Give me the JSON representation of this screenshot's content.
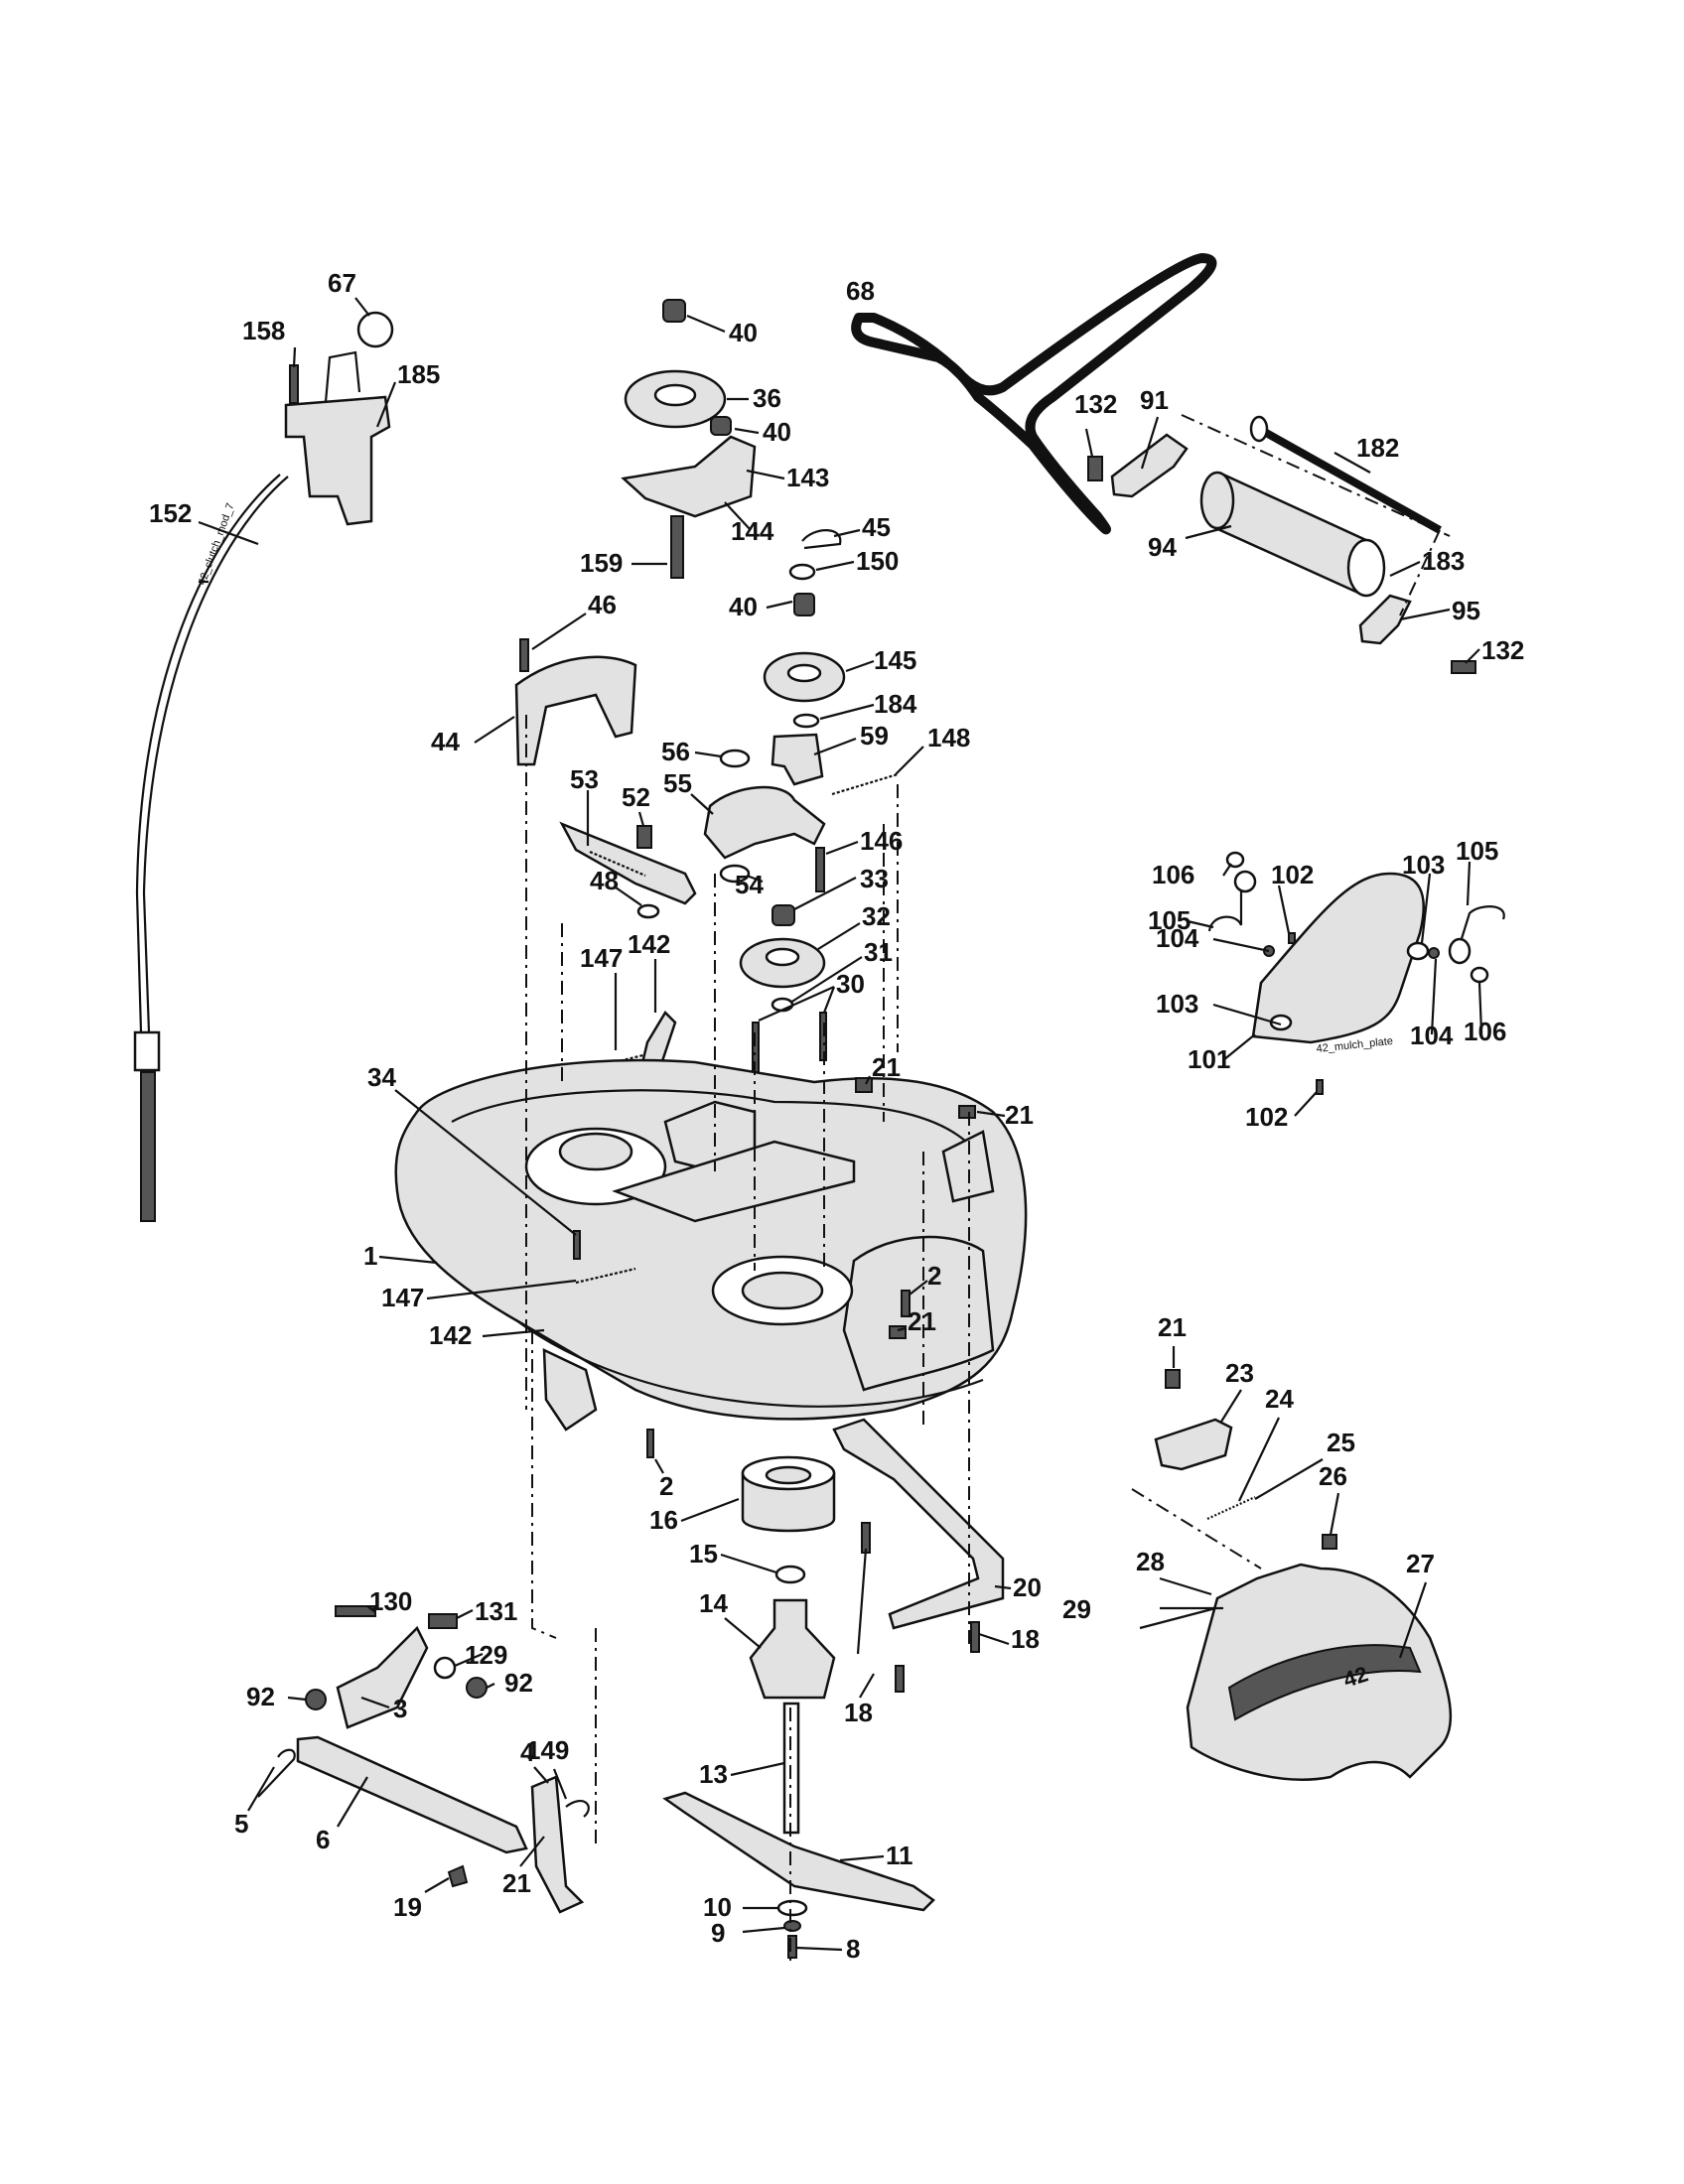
{
  "diagram": {
    "cable_mark": "42_clutch_mod_7",
    "mulch_mark": "42_mulch_plate",
    "shield_mark": "42",
    "callouts": [
      "67",
      "158",
      "185",
      "152",
      "40",
      "36",
      "40",
      "143",
      "144",
      "159",
      "45",
      "150",
      "40",
      "145",
      "184",
      "59",
      "148",
      "56",
      "55",
      "146",
      "54",
      "33",
      "32",
      "31",
      "30",
      "46",
      "44",
      "53",
      "52",
      "48",
      "147",
      "142",
      "34",
      "21",
      "21",
      "1",
      "147",
      "142",
      "2",
      "21",
      "2",
      "68",
      "132",
      "91",
      "182",
      "94",
      "183",
      "95",
      "132",
      "106",
      "102",
      "103",
      "105",
      "105",
      "104",
      "103",
      "104",
      "106",
      "101",
      "102",
      "16",
      "15",
      "14",
      "13",
      "11",
      "10",
      "9",
      "8",
      "20",
      "18",
      "18",
      "21",
      "23",
      "24",
      "25",
      "26",
      "28",
      "29",
      "27",
      "130",
      "131",
      "129",
      "92",
      "92",
      "3",
      "5",
      "6",
      "4",
      "149",
      "19",
      "21"
    ]
  }
}
